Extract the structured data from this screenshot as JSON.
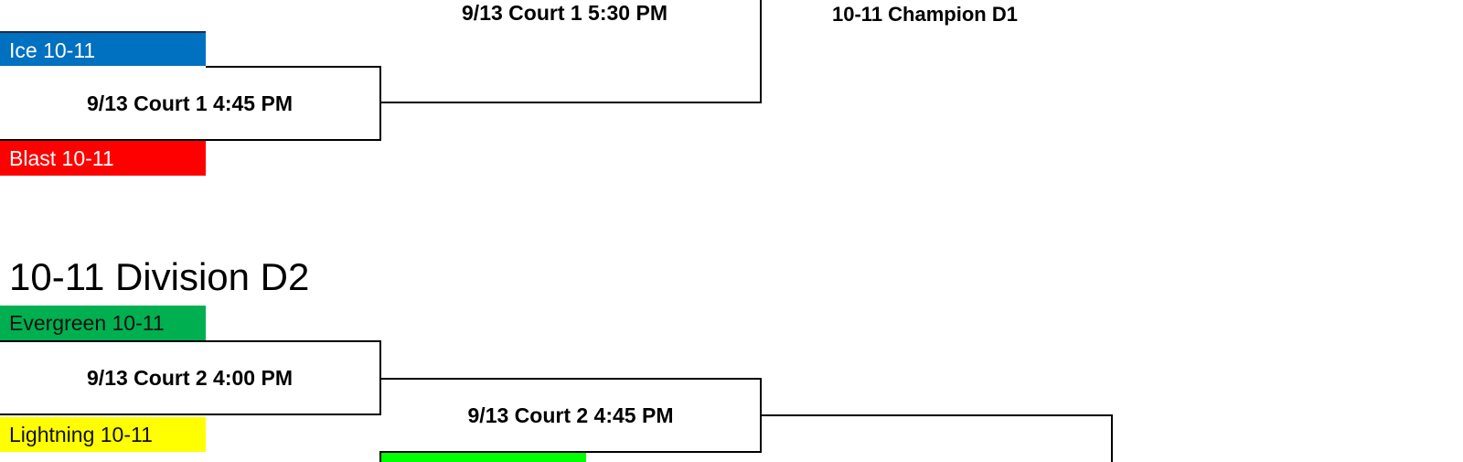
{
  "colors": {
    "ice": "#0070C0",
    "blast": "#FF0000",
    "evergreen": "#00B050",
    "lightning": "#FFFF00",
    "bright_green": "#00FF00",
    "line": "#000000"
  },
  "division_d1": {
    "final_game_label": "9/13 Court 1 5:30 PM",
    "champion_label": "10-11 Champion D1",
    "semifinal_game_label": "9/13 Court 1 4:45 PM",
    "team_top": "Ice 10-11",
    "team_bottom": "Blast 10-11"
  },
  "division_d2": {
    "title": "10-11 Division D2",
    "team_top": "Evergreen 10-11",
    "first_game_label": "9/13 Court 2 4:00 PM",
    "team_bottom": "Lightning 10-11",
    "second_game_label": "9/13 Court 2 4:45 PM"
  }
}
